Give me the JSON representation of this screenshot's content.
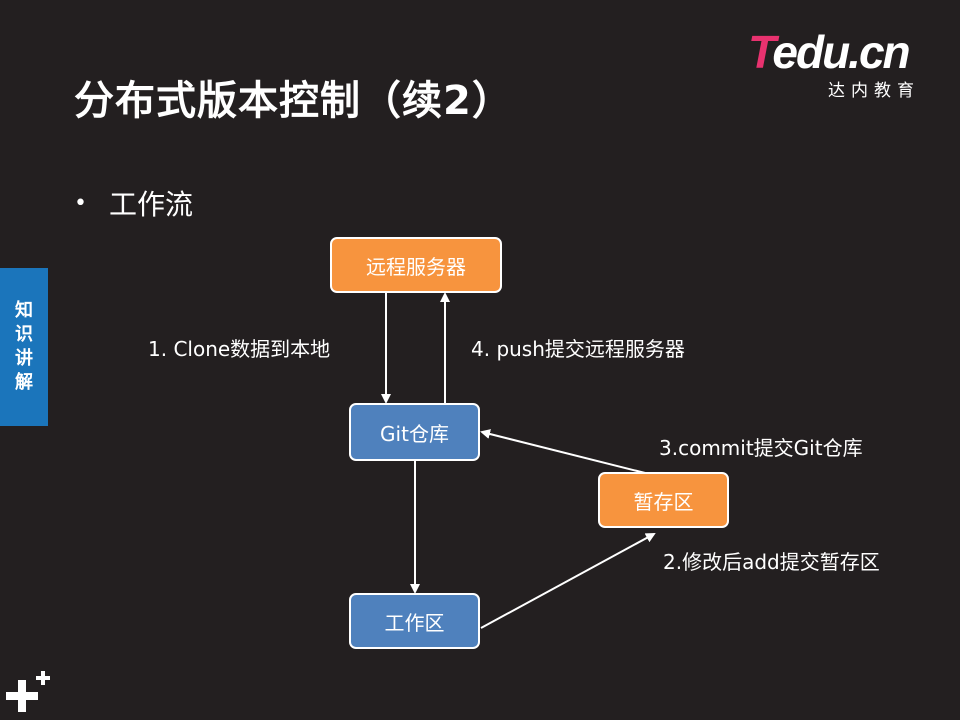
{
  "slide": {
    "title": "分布式版本控制（续2）",
    "bullet": "工作流"
  },
  "logo": {
    "word_t": "T",
    "word_rest": "edu.cn",
    "subtitle": "达内教育"
  },
  "side_tab": {
    "chars": [
      "知",
      "识",
      "讲",
      "解"
    ]
  },
  "diagram": {
    "nodes": {
      "remote": "远程服务器",
      "git_repo": "Git仓库",
      "staging": "暂存区",
      "workspace": "工作区"
    },
    "edges": {
      "clone": "1. Clone数据到本地",
      "add": "2.修改后add提交暂存区",
      "commit": "3.commit提交Git仓库",
      "push": "4. push提交远程服务器"
    }
  },
  "colors": {
    "background": "#231f20",
    "orange_node": "#f7943e",
    "blue_node": "#4f81bd",
    "side_tab": "#1b75bb",
    "logo_accent": "#e8326f"
  }
}
